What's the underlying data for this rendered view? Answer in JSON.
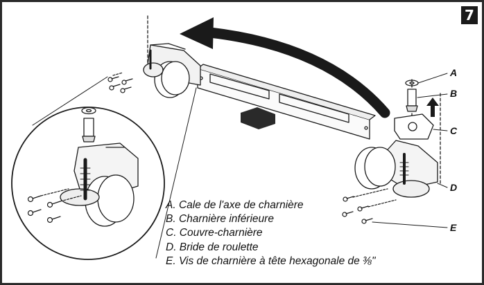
{
  "step_number": "7",
  "callouts": {
    "A": "A",
    "B": "B",
    "C": "C",
    "D": "D",
    "E": "E"
  },
  "legend": [
    "A. Cale de l'axe de charnière",
    "B. Charnière inférieure",
    "C. Couvre-charnière",
    "D. Bride de roulette",
    "E. Vis de charnière à tête hexagonale de ⅜\""
  ],
  "colors": {
    "frame_border": "#2a2a2a",
    "line_art": "#1a1a1a",
    "background": "#ffffff"
  }
}
